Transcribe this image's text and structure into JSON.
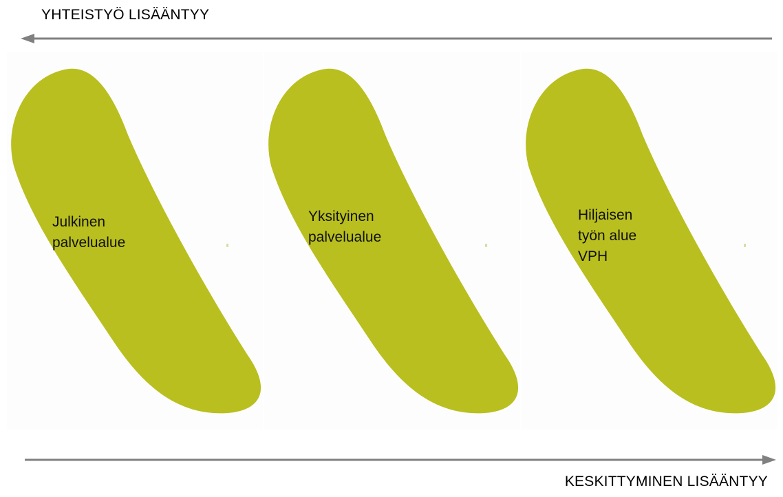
{
  "top_axis": {
    "label": "YHTEISTYÖ LISÄÄNTYY",
    "direction": "left"
  },
  "bottom_axis": {
    "label": "KESKITTYMINEN LISÄÄNTYY",
    "direction": "right"
  },
  "colors": {
    "zone_fill": "#b9bf1e",
    "arrow": "#808080",
    "text": "#000000"
  },
  "zones": [
    {
      "lines": [
        "Julkinen",
        "palvelualue"
      ]
    },
    {
      "lines": [
        "Yksityinen",
        "palvelualue"
      ]
    },
    {
      "lines": [
        "Hiljaisen",
        "työn alue",
        "VPH"
      ]
    }
  ]
}
